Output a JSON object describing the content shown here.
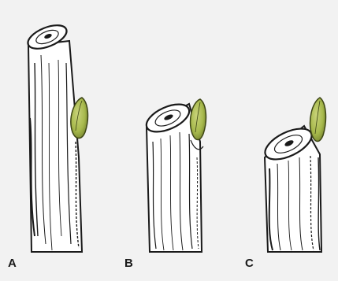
{
  "panels": [
    {
      "label": "A"
    },
    {
      "label": "B"
    },
    {
      "label": "C"
    }
  ],
  "colors": {
    "bud": "#a7b94c",
    "bud_dark": "#6f7d2a",
    "ink": "#1a1a1a",
    "background": "#f2f2f2"
  }
}
